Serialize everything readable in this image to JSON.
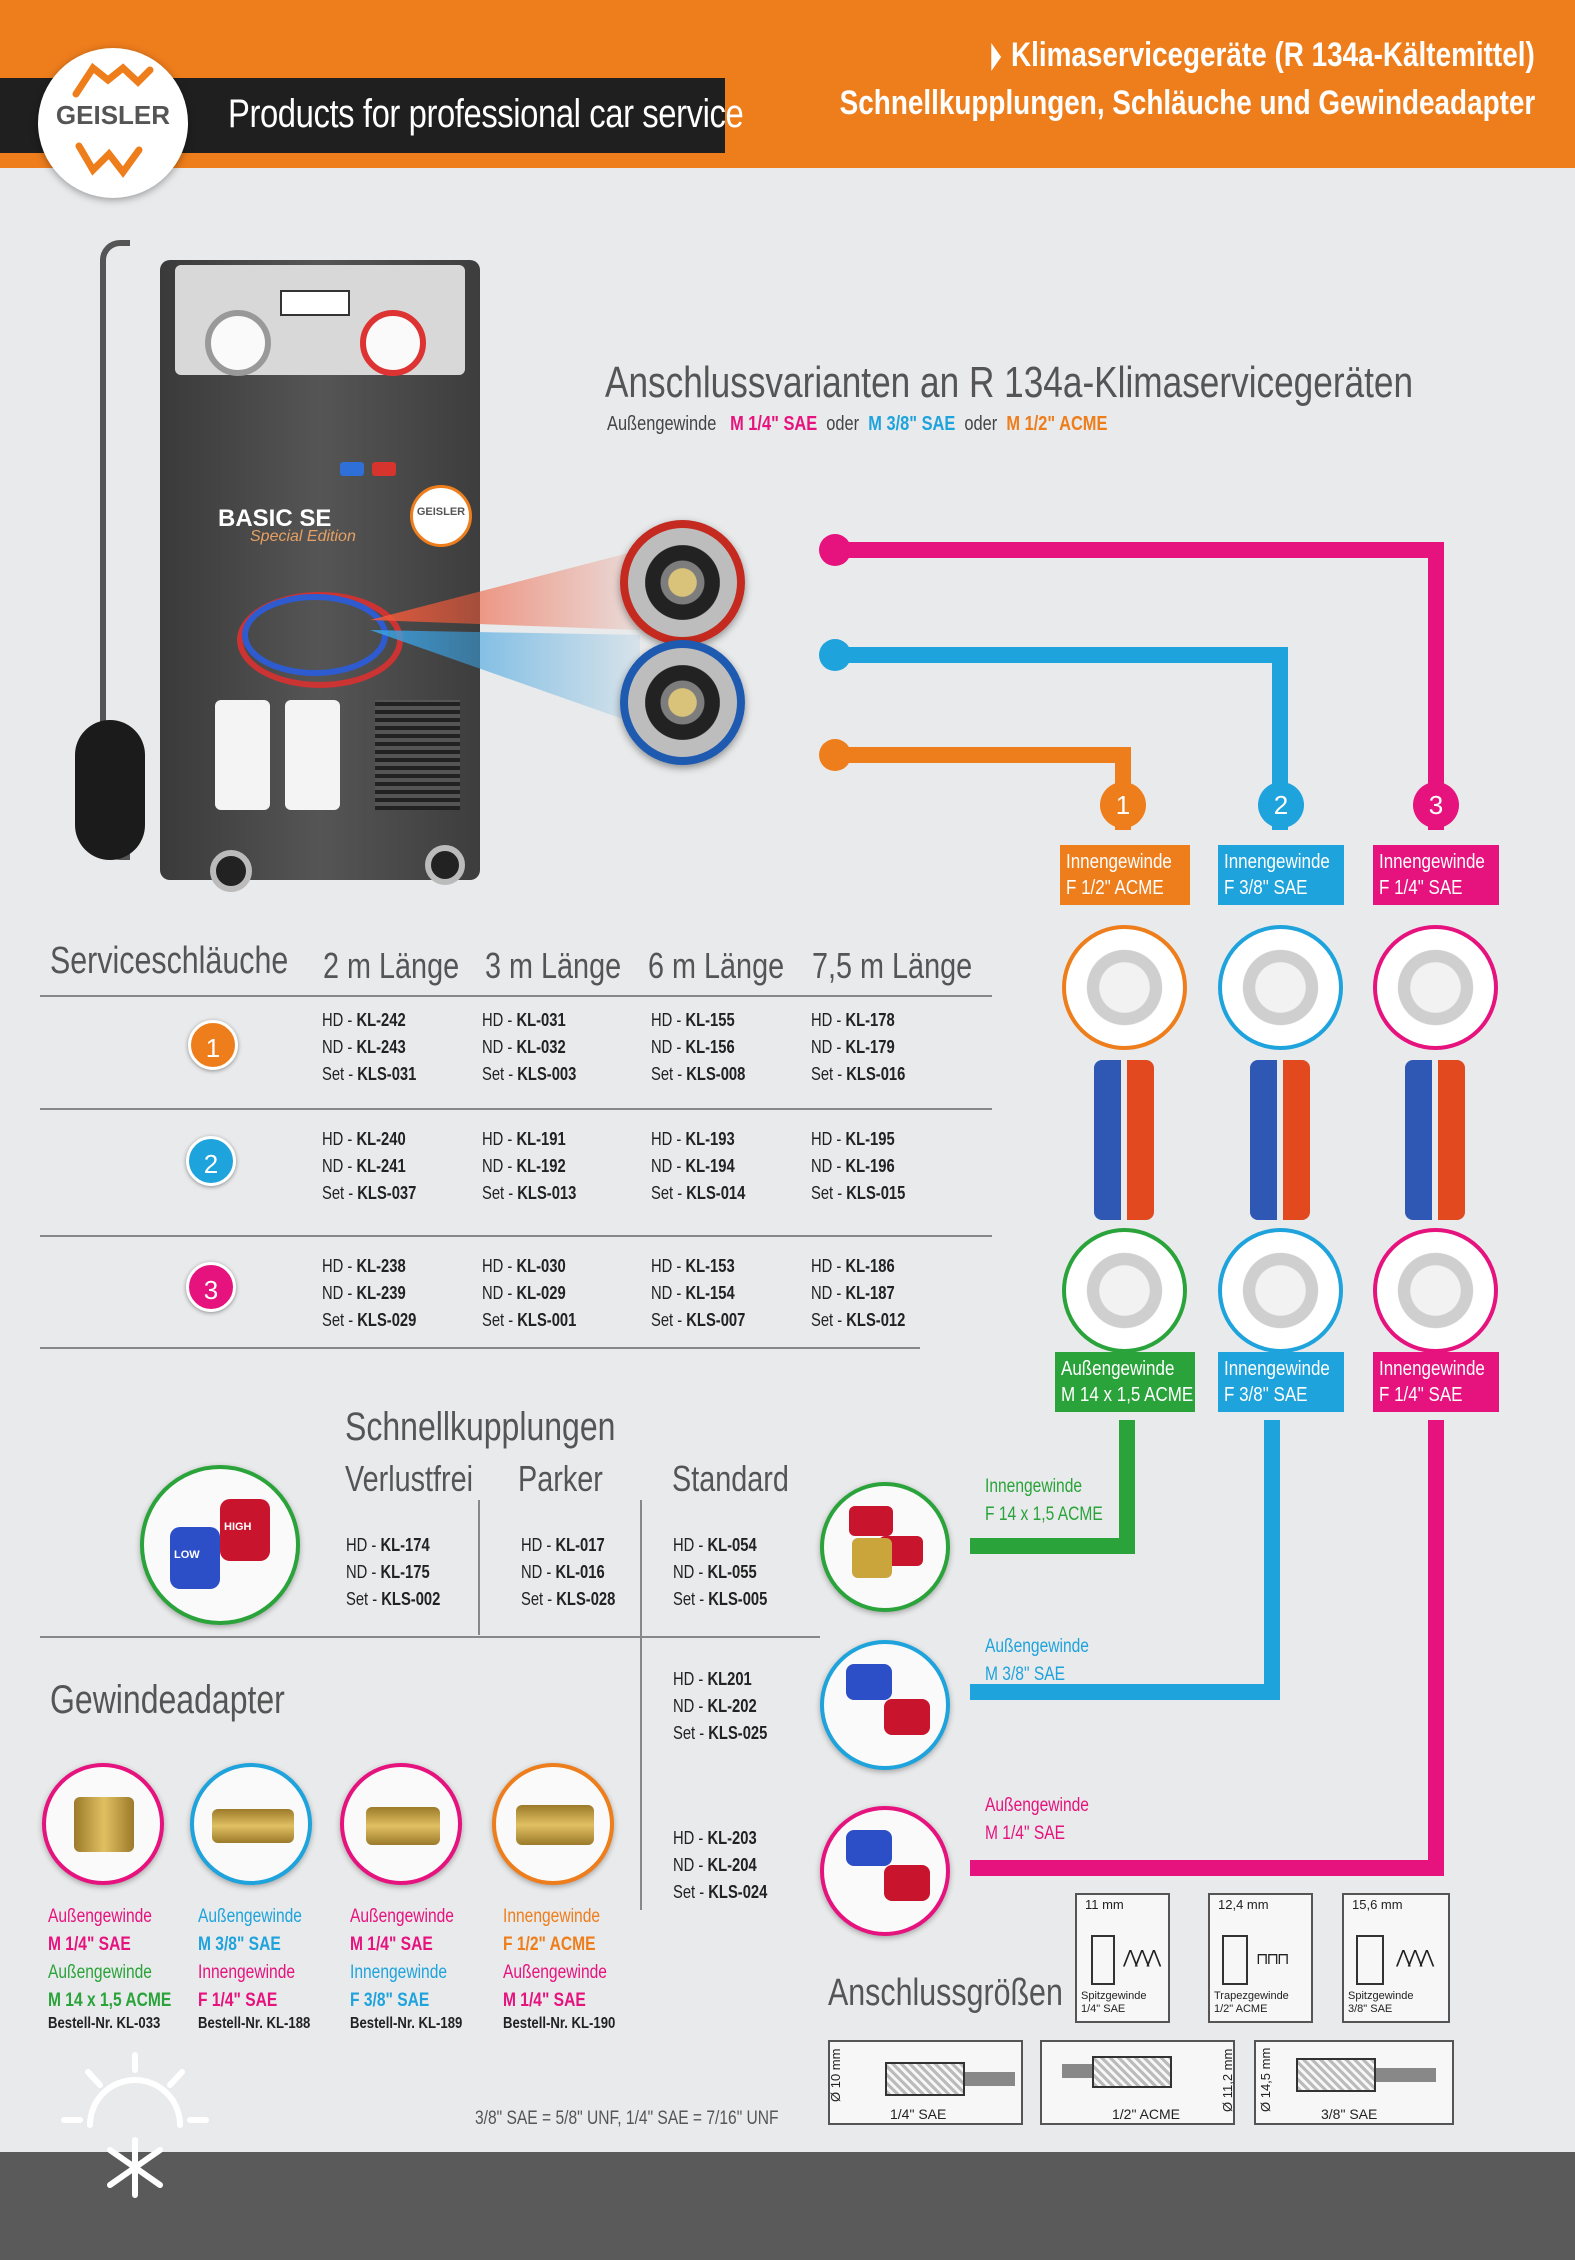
{
  "header": {
    "brand": "GEISLER",
    "tagline": "Products for professional car service",
    "title_line1": "Klimaservicegeräte (R 134a-Kältemittel)",
    "title_line2": "Schnellkupplungen, Schläuche und Gewindeadapter"
  },
  "machine": {
    "model": "BASIC SE",
    "model_sub": "Special Edition",
    "badge": "GEISLER"
  },
  "connection": {
    "title": "Anschlussvarianten an R 134a-Klimaservicegeräten",
    "prefix": "Außengewinde",
    "opt1": "M 1/4\" SAE",
    "sep1": "oder",
    "opt2": "M 3/8\" SAE",
    "sep2": "oder",
    "opt3": "M 1/2\" ACME"
  },
  "colors": {
    "orange": "#ee7d1c",
    "blue": "#1ea3dc",
    "magenta": "#e6127e",
    "green": "#2aa33a"
  },
  "variants": [
    {
      "num": "1",
      "top_l1": "Innengewinde",
      "top_l2": "F 1/2\" ACME",
      "bot_l1": "Außengewinde",
      "bot_l2": "M 14 x 1,5 ACME"
    },
    {
      "num": "2",
      "top_l1": "Innengewinde",
      "top_l2": "F 3/8\" SAE",
      "bot_l1": "Innengewinde",
      "bot_l2": "F 3/8\" SAE"
    },
    {
      "num": "3",
      "top_l1": "Innengewinde",
      "top_l2": "F 1/4\" SAE",
      "bot_l1": "Innengewinde",
      "bot_l2": "F 1/4\" SAE"
    }
  ],
  "hoses": {
    "title": "Serviceschläuche",
    "col1": "2 m Länge",
    "col2": "3 m Länge",
    "col3": "6 m Länge",
    "col4": "7,5 m Länge",
    "rows": [
      {
        "num": "1",
        "cells": [
          [
            "HD - ",
            "KL-242",
            "ND - ",
            "KL-243",
            "Set - ",
            "KLS-031"
          ],
          [
            "HD - ",
            "KL-031",
            "ND - ",
            "KL-032",
            "Set - ",
            "KLS-003"
          ],
          [
            "HD - ",
            "KL-155",
            "ND - ",
            "KL-156",
            "Set - ",
            "KLS-008"
          ],
          [
            "HD - ",
            "KL-178",
            "ND - ",
            "KL-179",
            "Set - ",
            "KLS-016"
          ]
        ]
      },
      {
        "num": "2",
        "cells": [
          [
            "HD - ",
            "KL-240",
            "ND - ",
            "KL-241",
            "Set - ",
            "KLS-037"
          ],
          [
            "HD - ",
            "KL-191",
            "ND - ",
            "KL-192",
            "Set - ",
            "KLS-013"
          ],
          [
            "HD - ",
            "KL-193",
            "ND - ",
            "KL-194",
            "Set - ",
            "KLS-014"
          ],
          [
            "HD - ",
            "KL-195",
            "ND - ",
            "KL-196",
            "Set - ",
            "KLS-015"
          ]
        ]
      },
      {
        "num": "3",
        "cells": [
          [
            "HD - ",
            "KL-238",
            "ND - ",
            "KL-239",
            "Set - ",
            "KLS-029"
          ],
          [
            "HD - ",
            "KL-030",
            "ND - ",
            "KL-029",
            "Set - ",
            "KLS-001"
          ],
          [
            "HD - ",
            "KL-153",
            "ND - ",
            "KL-154",
            "Set - ",
            "KLS-007"
          ],
          [
            "HD - ",
            "KL-186",
            "ND - ",
            "KL-187",
            "Set - ",
            "KLS-012"
          ]
        ]
      }
    ]
  },
  "couplings": {
    "title": "Schnellkupplungen",
    "col1": "Verlustfrei",
    "col2": "Parker",
    "col3": "Standard",
    "verlustfrei": [
      "HD - ",
      "KL-174",
      "ND - ",
      "KL-175",
      "Set - ",
      "KLS-002"
    ],
    "parker": [
      "HD - ",
      "KL-017",
      "ND - ",
      "KL-016",
      "Set - ",
      "KLS-028"
    ],
    "standard1": [
      "HD - ",
      "KL-054",
      "ND - ",
      "KL-055",
      "Set - ",
      "KLS-005"
    ],
    "standard2": [
      "HD - ",
      "KL201",
      "ND - ",
      "KL-202",
      "Set - ",
      "KLS-025"
    ],
    "standard3": [
      "HD - ",
      "KL-203",
      "ND - ",
      "KL-204",
      "Set - ",
      "KLS-024"
    ],
    "c1_l1": "Innengewinde",
    "c1_l2": "F 14 x 1,5 ACME",
    "c2_l1": "Außengewinde",
    "c2_l2": "M 3/8\" SAE",
    "c3_l1": "Außengewinde",
    "c3_l2": "M 1/4\" SAE",
    "low_label": "LOW",
    "high_label": "HIGH"
  },
  "adapters": {
    "title": "Gewindeadapter",
    "items": [
      {
        "a1": "Außengewinde",
        "a2": "M 1/4\" SAE",
        "b1": "Außengewinde",
        "b2": "M 14 x 1,5 ACME",
        "order": "Bestell-Nr. KL-033"
      },
      {
        "a1": "Außengewinde",
        "a2": "M 3/8\" SAE",
        "b1": "Innengewinde",
        "b2": "F 1/4\" SAE",
        "order": "Bestell-Nr. KL-188"
      },
      {
        "a1": "Außengewinde",
        "a2": "M 1/4\" SAE",
        "b1": "Innengewinde",
        "b2": "F 3/8\" SAE",
        "order": "Bestell-Nr. KL-189"
      },
      {
        "a1": "Innengewinde",
        "a2": "F 1/2\" ACME",
        "b1": "Außengewinde",
        "b2": "M 1/4\" SAE",
        "order": "Bestell-Nr. KL-190"
      }
    ]
  },
  "sizes": {
    "title": "Anschlussgrößen",
    "d1_mm": "11 mm",
    "d1_l1": "Spitzgewinde",
    "d1_l2": "1/4\" SAE",
    "d2_mm": "12,4 mm",
    "d2_l1": "Trapezgewinde",
    "d2_l2": "1/2\" ACME",
    "d3_mm": "15,6 mm",
    "d3_l1": "Spitzgewinde",
    "d3_l2": "3/8\" SAE",
    "s1_dia": "Ø 10 mm",
    "s1_lbl": "1/4\" SAE",
    "s2_dia": "Ø 11,2 mm",
    "s2_lbl": "1/2\" ACME",
    "s3_dia": "Ø 14,5 mm",
    "s3_lbl": "3/8\" SAE",
    "footnote": "3/8\" SAE = 5/8\" UNF, 1/4\" SAE = 7/16\" UNF"
  }
}
